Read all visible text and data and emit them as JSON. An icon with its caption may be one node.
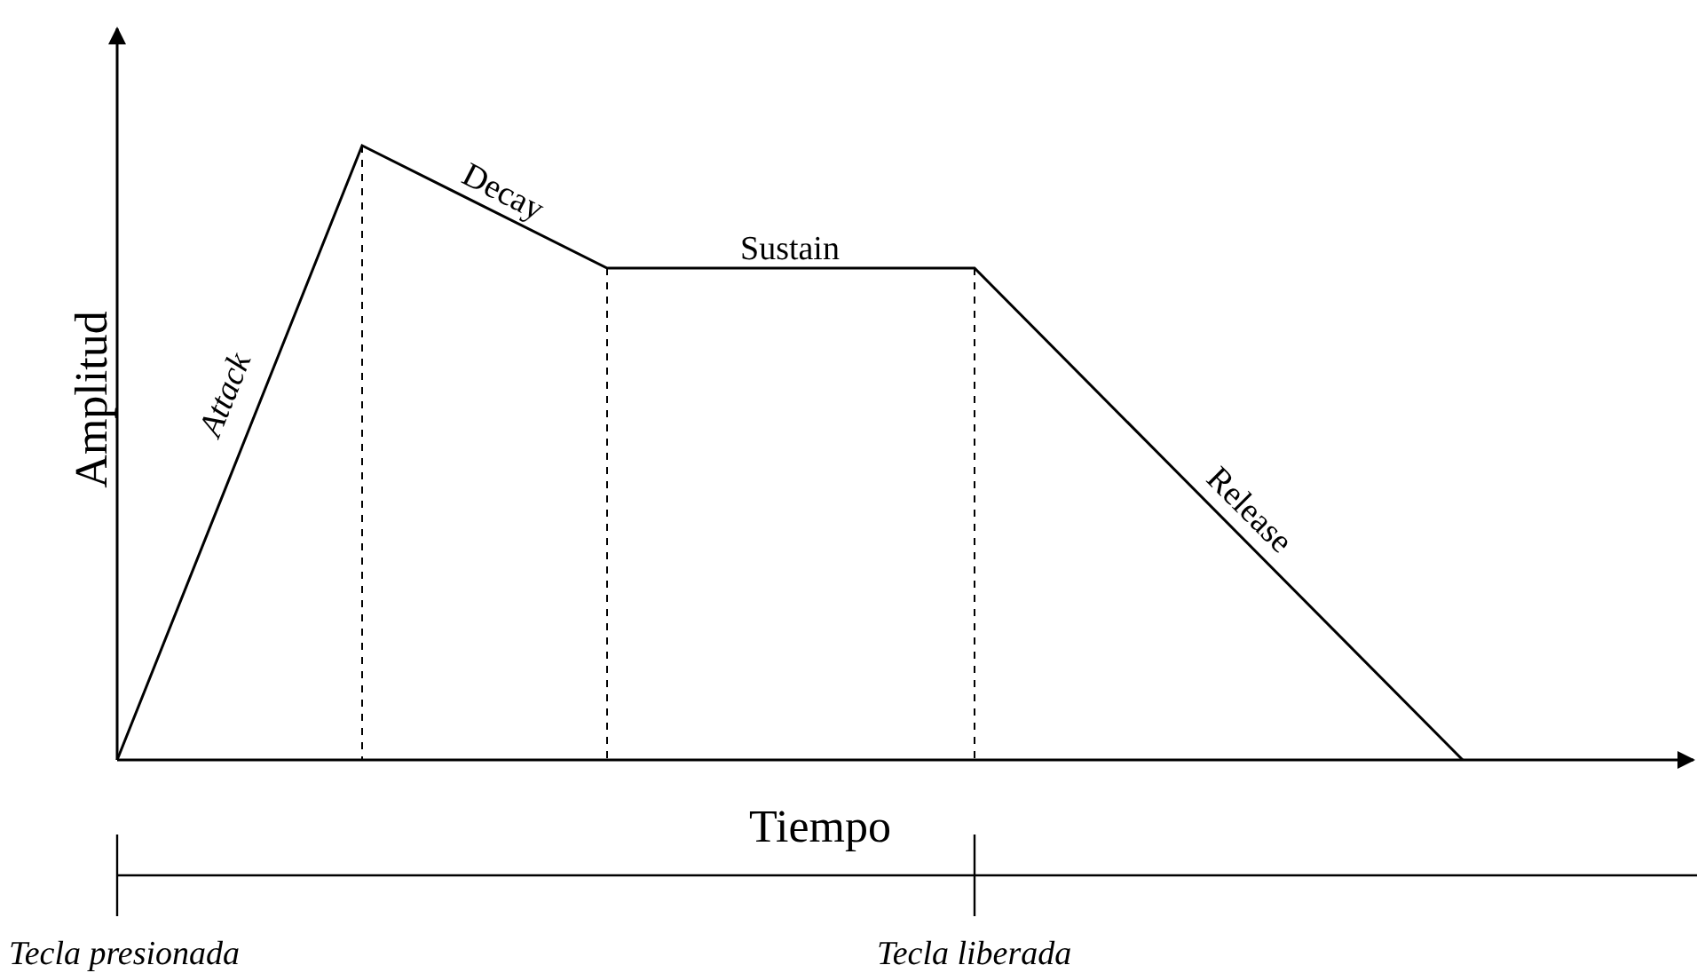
{
  "diagram": {
    "labels": [
      "Amplitud",
      "Attack",
      "Decay",
      "Sustain",
      "Release",
      "Tiempo",
      "Tecla presionada",
      "Tecla liberada"
    ]
  }
}
